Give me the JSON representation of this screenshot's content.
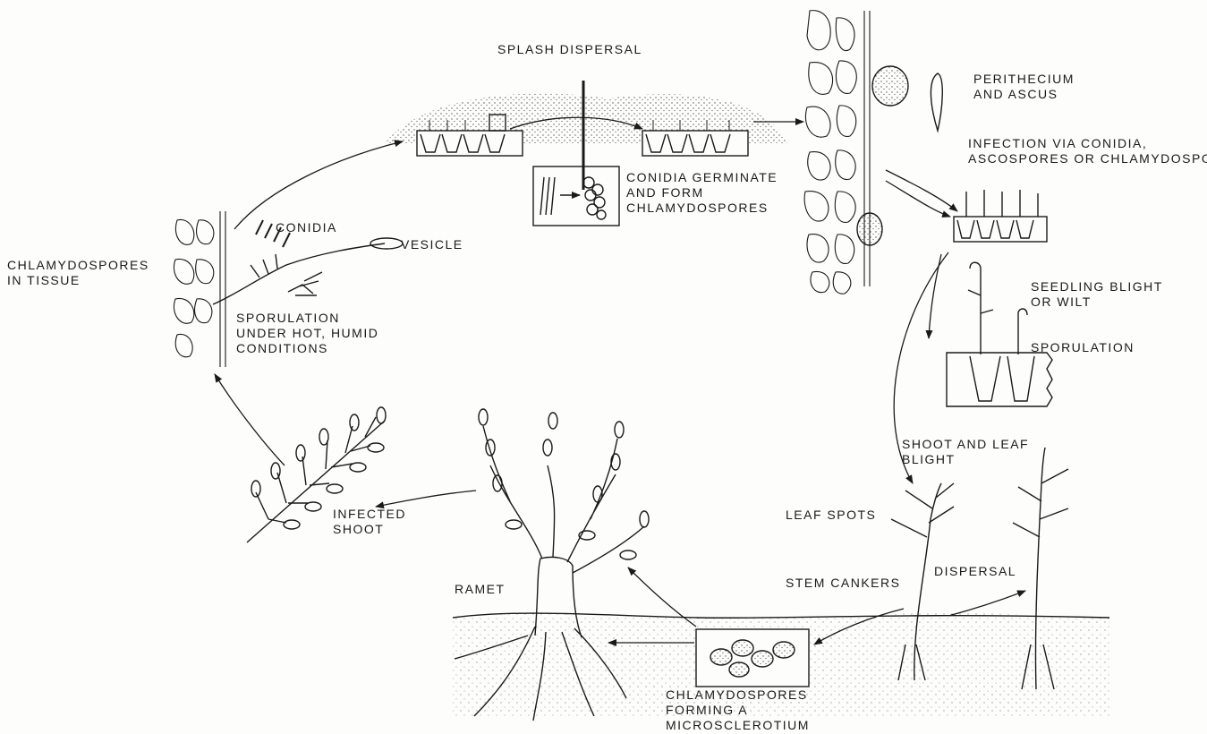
{
  "labels": {
    "splash_dispersal": "SPLASH DISPERSAL",
    "perithecium": "PERITHECIUM\nAND ASCUS",
    "infection": "INFECTION VIA CONIDIA,\nASCOSPORES OR CHLAMYDOSPORES",
    "conidia_germinate": "CONIDIA GERMINATE\nAND FORM\nCHLAMYDOSPORES",
    "conidia": "CONIDIA",
    "vesicle": "VESICLE",
    "chlamydospores_tissue": "CHLAMYDOSPORES\nIN TISSUE",
    "sporulation_humid": "SPORULATION\nUNDER HOT, HUMID\nCONDITIONS",
    "seedling_blight": "SEEDLING BLIGHT\nOR WILT",
    "sporulation": "SPORULATION",
    "shoot_leaf_blight": "SHOOT AND LEAF\nBLIGHT",
    "leaf_spots": "LEAF SPOTS",
    "infected_shoot": "INFECTED\nSHOOT",
    "ramet": "RAMET",
    "stem_cankers": "STEM CANKERS",
    "dispersal": "DISPERSAL",
    "microsclerotium": "CHLAMYDOSPORES\nFORMING A\nMICROSCLEROTIUM"
  },
  "colors": {
    "ink": "#1a1a1a",
    "paper": "#fdfdfb",
    "stipple": "#555555"
  }
}
